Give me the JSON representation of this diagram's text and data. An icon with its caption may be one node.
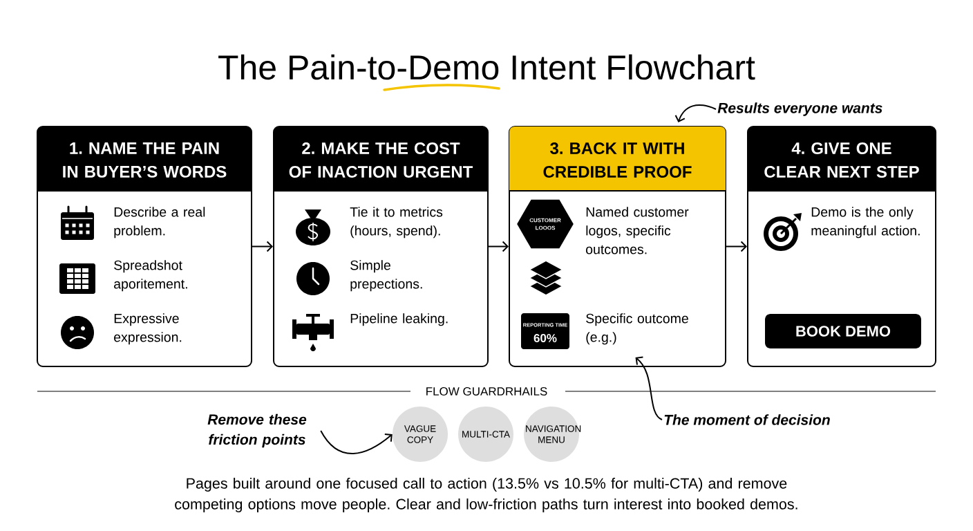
{
  "diagram": {
    "title": "The Pain-to-Demo Intent Flowchart",
    "caption": "Pages built around one focused call to action (13.5% vs 10.5% for multi-CTA) and remove competing options move people. Clear and low-friction paths turn interest into booked demos.",
    "nodes": [
      {
        "text": [
          "1. NAME THE PAIN IN BUYER’S WORDS",
          "Describe a real problem.",
          "Spreadshot aporitement.",
          "Expressive expression."
        ]
      },
      {
        "text": [
          "2. MAKE THE COST OF INACTION URGENT",
          "Tie it to metrics (hours, spend).",
          "Simple prepections.",
          "Pipeline leaking."
        ]
      },
      {
        "text": [
          "3. BACK IT WITH CREDIBLE PROOF",
          "Named customer logos, specific outcomes.",
          "Specific outcome (e.g.)"
        ]
      },
      {
        "text": [
          "CUSTOMER LOOOS"
        ],
        "in": 2
      },
      {
        "text": [
          "REPORTING TIME",
          "60%"
        ],
        "in": 2
      },
      {
        "text": [
          "4. GIVE ONE CLEAR NEXT STEP",
          "Demo is the only meaningful action."
        ]
      },
      {
        "text": [
          "BOOK DEMO"
        ],
        "in": 5
      },
      {
        "text": [
          "Results everyone wants"
        ]
      },
      {
        "text": [
          "The moment of decision"
        ]
      },
      {
        "text": [
          "Remove these friction points"
        ]
      },
      {
        "text": [
          "VAGUE COPY"
        ]
      },
      {
        "text": [
          "MULTI-CTA"
        ]
      },
      {
        "text": [
          "NAVIGATION MENU"
        ]
      }
    ],
    "edges": [
      {
        "from": 0,
        "to": 1,
        "arrow": "to"
      },
      {
        "from": 1,
        "to": 2,
        "arrow": "to"
      },
      {
        "from": 2,
        "to": 5,
        "arrow": "to"
      },
      {
        "from": 7,
        "to": 2,
        "arrow": "to"
      },
      {
        "from": 8,
        "to": 2,
        "arrow": "to"
      },
      {
        "from": 9,
        "to": 10,
        "arrow": "to"
      }
    ],
    "labels": [
      "FLOW GUARDRHAILS"
    ]
  }
}
